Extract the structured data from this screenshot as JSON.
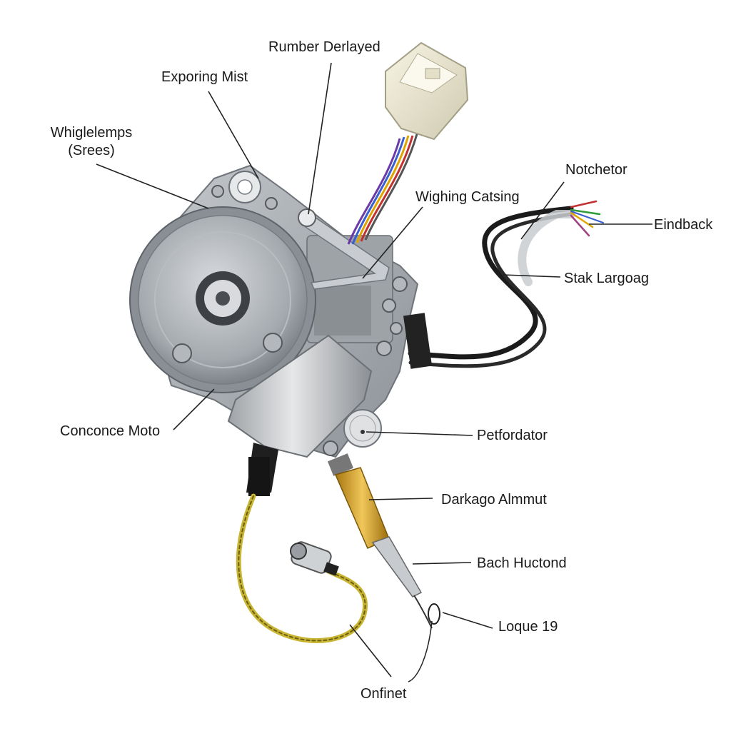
{
  "diagram": {
    "labels": {
      "rumber": "Rumber Derlayed",
      "exporing": "Exporing Mist",
      "whigle_line1": "Whiglelemps",
      "whigle_line2": "(Srees)",
      "notchetor": "Notchetor",
      "wighing": "Wighing Catsing",
      "eindback": "Eindback",
      "stak": "Stak Largoag",
      "concone": "Conconce Moto",
      "petfordator": "Petfordator",
      "darkago": "Darkago Almmut",
      "bach": "Bach Huctond",
      "loque": "Loque 19",
      "onfinet": "Onfinet"
    },
    "colors": {
      "housing": "#a9adb2",
      "housing_dark": "#7d8288",
      "connector": "#ece8d2",
      "brass": "#d4a02a",
      "cable_yellow": "#c9b534",
      "cable_black": "#1b1b1b",
      "leader": "#222222"
    }
  }
}
